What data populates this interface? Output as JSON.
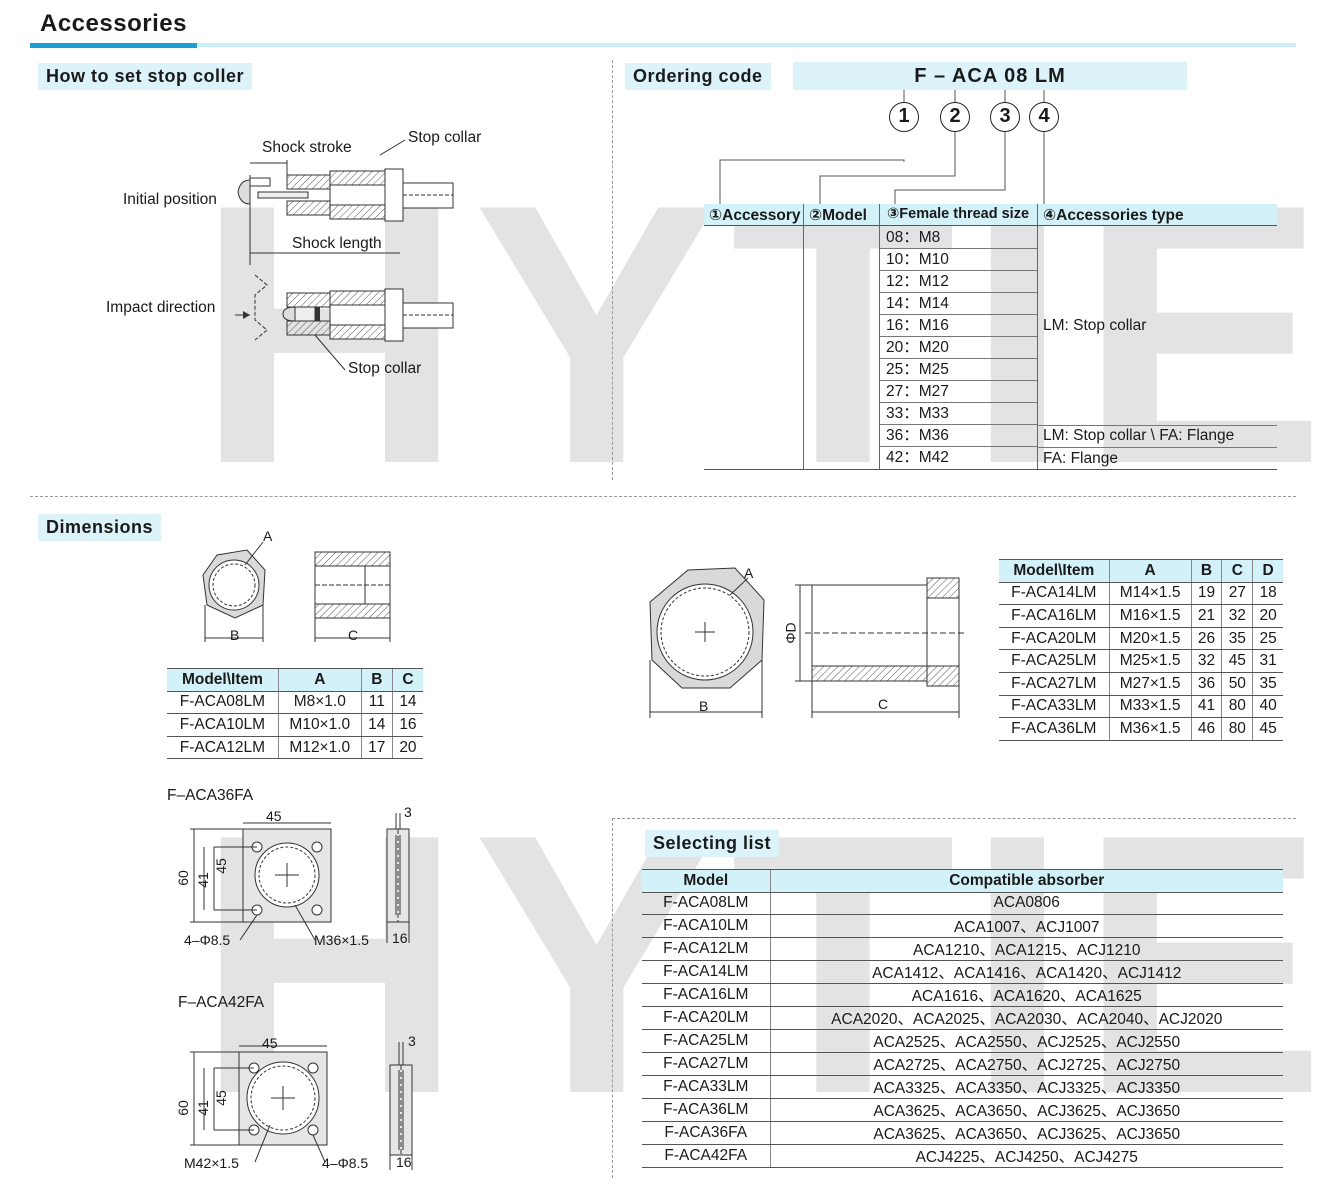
{
  "watermark": "HYTIE",
  "header": {
    "title": "Accessories"
  },
  "how_to": {
    "title": "How to set stop coller",
    "labels": {
      "shock_stroke": "Shock stroke",
      "stop_collar_top": "Stop collar",
      "initial_position": "Initial position",
      "shock_length": "Shock length",
      "impact_direction": "Impact direction",
      "stop_collar_bottom": "Stop collar"
    }
  },
  "ordering": {
    "title": "Ordering code",
    "code": "F – ACA  08  LM",
    "markers": [
      "1",
      "2",
      "3",
      "4"
    ],
    "headers": [
      "①Accessory",
      "②Model",
      "③Female thread size",
      "④Accessories type"
    ],
    "threads": [
      "08：M8",
      "10：M10",
      "12：M12",
      "14：M14",
      "16：M16",
      "20：M20",
      "25：M25",
      "27：M27",
      "33：M33",
      "36：M36",
      "42：M42"
    ],
    "types": [
      "LM: Stop collar",
      "LM: Stop collar \\ FA: Flange",
      "FA: Flange"
    ]
  },
  "dimensions": {
    "title": "Dimensions",
    "small_drawing": {
      "a": "A",
      "b": "B",
      "c": "C"
    },
    "small_table": {
      "headers": [
        "Model\\Item",
        "A",
        "B",
        "C"
      ],
      "rows": [
        [
          "F-ACA08LM",
          "M8×1.0",
          "11",
          "14"
        ],
        [
          "F-ACA10LM",
          "M10×1.0",
          "14",
          "16"
        ],
        [
          "F-ACA12LM",
          "M12×1.0",
          "17",
          "20"
        ]
      ]
    },
    "large_drawing": {
      "a": "A",
      "b": "B",
      "c": "C",
      "d": "ΦD"
    },
    "large_table": {
      "headers": [
        "Model\\Item",
        "A",
        "B",
        "C",
        "D"
      ],
      "rows": [
        [
          "F-ACA14LM",
          "M14×1.5",
          "19",
          "27",
          "18"
        ],
        [
          "F-ACA16LM",
          "M16×1.5",
          "21",
          "32",
          "20"
        ],
        [
          "F-ACA20LM",
          "M20×1.5",
          "26",
          "35",
          "25"
        ],
        [
          "F-ACA25LM",
          "M25×1.5",
          "32",
          "45",
          "31"
        ],
        [
          "F-ACA27LM",
          "M27×1.5",
          "36",
          "50",
          "35"
        ],
        [
          "F-ACA33LM",
          "M33×1.5",
          "41",
          "80",
          "40"
        ],
        [
          "F-ACA36LM",
          "M36×1.5",
          "46",
          "80",
          "45"
        ]
      ]
    },
    "flange36": {
      "name": "F–ACA36FA",
      "w": "45",
      "h60": "60",
      "h41": "41",
      "h45": "45",
      "hole": "4–Φ8.5",
      "thread": "M36×1.5",
      "t": "3",
      "depth": "16"
    },
    "flange42": {
      "name": "F–ACA42FA",
      "w": "45",
      "h60": "60",
      "h41": "41",
      "h45": "45",
      "hole": "4–Φ8.5",
      "thread": "M42×1.5",
      "t": "3",
      "depth": "16"
    }
  },
  "selecting": {
    "title": "Selecting list",
    "headers": [
      "Model",
      "Compatible absorber"
    ],
    "rows": [
      [
        "F-ACA08LM",
        "ACA0806"
      ],
      [
        "F-ACA10LM",
        "ACA1007、ACJ1007"
      ],
      [
        "F-ACA12LM",
        "ACA1210、ACA1215、ACJ1210"
      ],
      [
        "F-ACA14LM",
        "ACA1412、ACA1416、ACA1420、ACJ1412"
      ],
      [
        "F-ACA16LM",
        "ACA1616、ACA1620、ACA1625"
      ],
      [
        "F-ACA20LM",
        "ACA2020、ACA2025、ACA2030、ACA2040、ACJ2020"
      ],
      [
        "F-ACA25LM",
        "ACA2525、ACA2550、ACJ2525、ACJ2550"
      ],
      [
        "F-ACA27LM",
        "ACA2725、ACA2750、ACJ2725、ACJ2750"
      ],
      [
        "F-ACA33LM",
        "ACA3325、ACA3350、ACJ3325、ACJ3350"
      ],
      [
        "F-ACA36LM",
        "ACA3625、ACA3650、ACJ3625、ACJ3650"
      ],
      [
        "F-ACA36FA",
        "ACA3625、ACA3650、ACJ3625、ACJ3650"
      ],
      [
        "F-ACA42FA",
        "ACJ4225、ACJ4250、ACJ4275"
      ]
    ]
  }
}
